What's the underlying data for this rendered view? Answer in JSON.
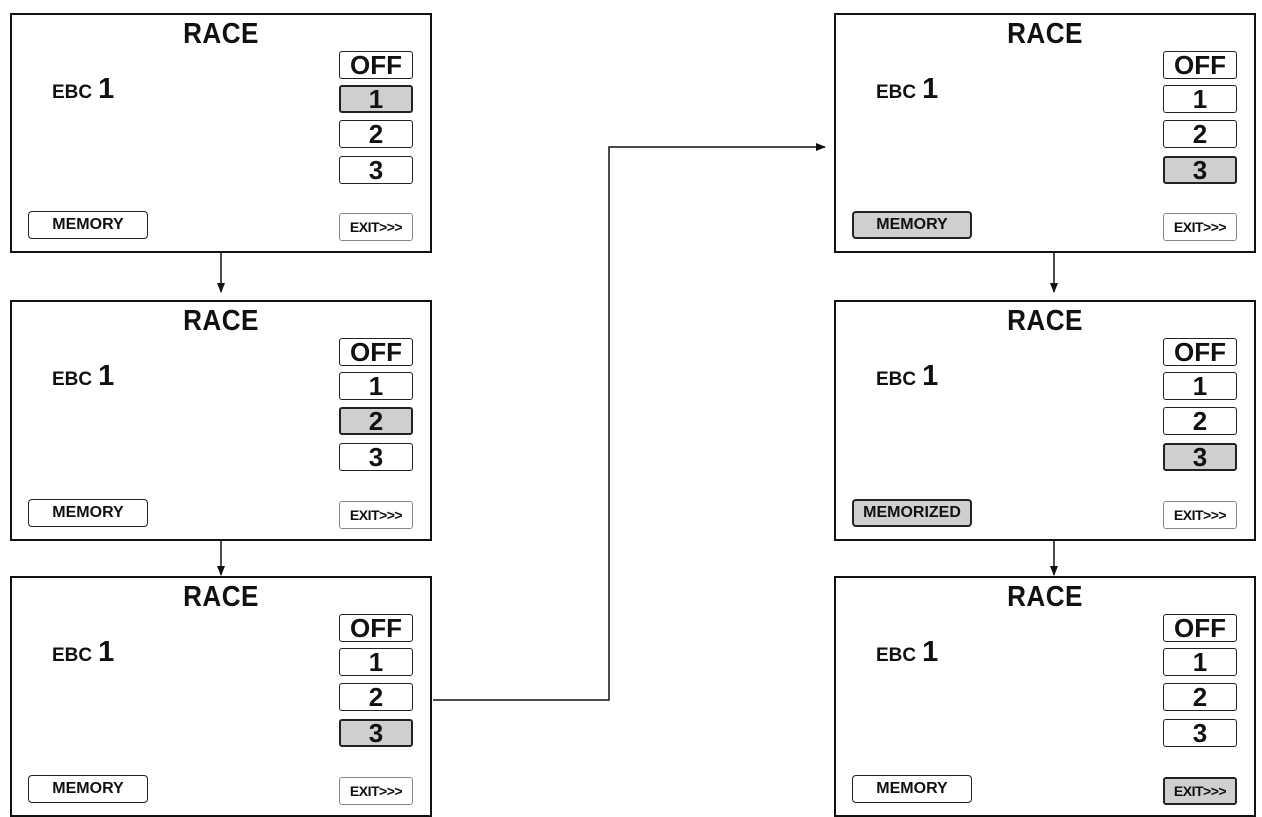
{
  "screens": [
    {
      "title": "RACE",
      "ebc_label": "EBC",
      "ebc_value": "1",
      "options": [
        "OFF",
        "1",
        "2",
        "3"
      ],
      "selected": 1,
      "memory_label": "MEMORY",
      "memory_active": false,
      "exit_label": "EXIT>>>",
      "exit_active": false
    },
    {
      "title": "RACE",
      "ebc_label": "EBC",
      "ebc_value": "1",
      "options": [
        "OFF",
        "1",
        "2",
        "3"
      ],
      "selected": 2,
      "memory_label": "MEMORY",
      "memory_active": false,
      "exit_label": "EXIT>>>",
      "exit_active": false
    },
    {
      "title": "RACE",
      "ebc_label": "EBC",
      "ebc_value": "1",
      "options": [
        "OFF",
        "1",
        "2",
        "3"
      ],
      "selected": 3,
      "memory_label": "MEMORY",
      "memory_active": false,
      "exit_label": "EXIT>>>",
      "exit_active": false
    },
    {
      "title": "RACE",
      "ebc_label": "EBC",
      "ebc_value": "1",
      "options": [
        "OFF",
        "1",
        "2",
        "3"
      ],
      "selected": 3,
      "memory_label": "MEMORY",
      "memory_active": true,
      "exit_label": "EXIT>>>",
      "exit_active": false
    },
    {
      "title": "RACE",
      "ebc_label": "EBC",
      "ebc_value": "1",
      "options": [
        "OFF",
        "1",
        "2",
        "3"
      ],
      "selected": 3,
      "memory_label": "MEMORIZED",
      "memory_active": true,
      "exit_label": "EXIT>>>",
      "exit_active": false
    },
    {
      "title": "RACE",
      "ebc_label": "EBC",
      "ebc_value": "1",
      "options": [
        "OFF",
        "1",
        "2",
        "3"
      ],
      "selected": null,
      "memory_label": "MEMORY",
      "memory_active": false,
      "exit_label": "EXIT>>>",
      "exit_active": true
    }
  ],
  "colors": {
    "highlight": "#cfcfcf",
    "line": "#111111"
  }
}
